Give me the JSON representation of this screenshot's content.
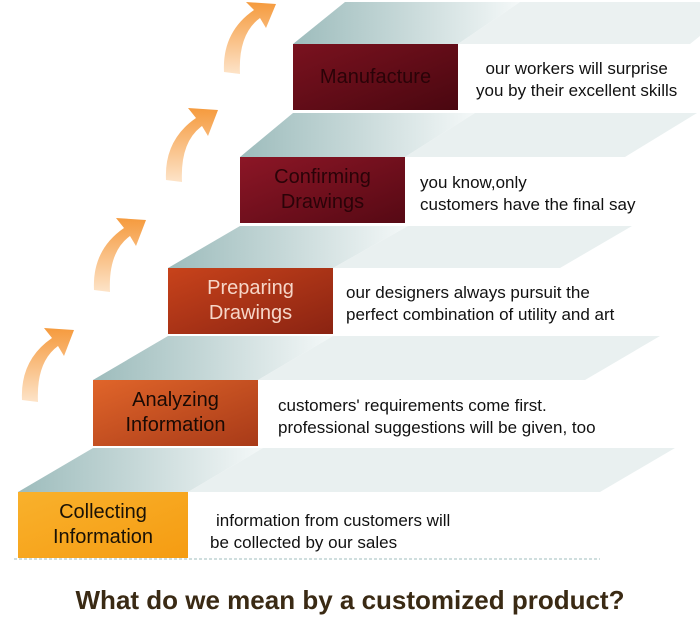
{
  "title": "What do we mean by a customized product?",
  "steps": [
    {
      "label_lines": [
        "Collecting",
        "Information"
      ],
      "description_lines": [
        "information from customers will",
        "be collected by our sales"
      ]
    },
    {
      "label_lines": [
        "Analyzing",
        "Information"
      ],
      "description_lines": [
        "customers' requirements come first.",
        "professional suggestions will be given, too"
      ]
    },
    {
      "label_lines": [
        "Preparing",
        "Drawings"
      ],
      "description_lines": [
        "our designers always pursuit the",
        "perfect combination of utility and art"
      ]
    },
    {
      "label_lines": [
        "Confirming",
        "Drawings"
      ],
      "description_lines": [
        "you know,only",
        "customers have the final say"
      ]
    },
    {
      "label_lines": [
        "Manufacture"
      ],
      "description_lines": [
        "our workers will surprise",
        "you by their excellent skills"
      ]
    }
  ],
  "colors": {
    "step1": "#f7a41b",
    "step2": "#d2541e",
    "step3": "#b73418",
    "step4": "#7e1021",
    "step5": "#6b0d18",
    "tread": "#a9c3c3",
    "tread_light": "#dbe6e6",
    "arrow": "#f6a24a",
    "title": "#3a2a14"
  }
}
